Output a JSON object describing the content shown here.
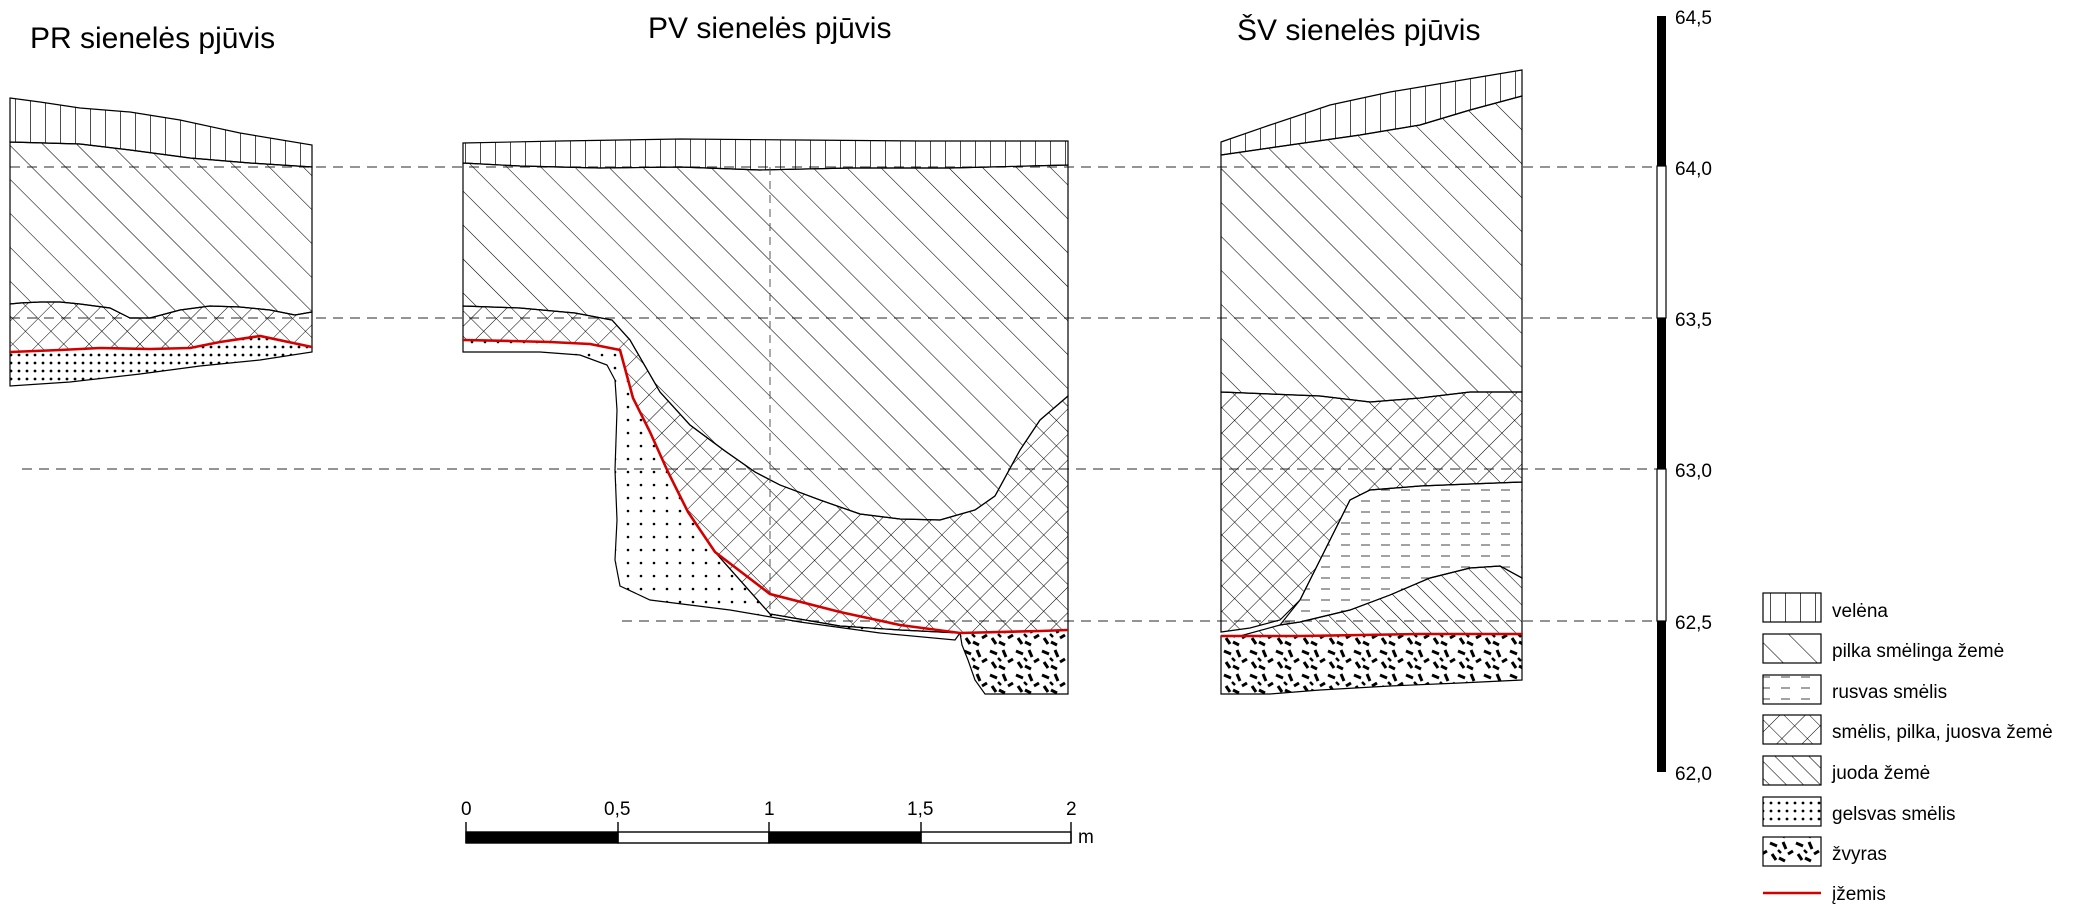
{
  "titles": {
    "left": "PR sienelės pjūvis",
    "middle": "PV sienelės pjūvis",
    "right": "ŠV sienelės pjūvis"
  },
  "elevation_ticks": [
    "64,5",
    "64,0",
    "63,5",
    "63,0",
    "62,5",
    "62,0"
  ],
  "scale_bar": {
    "ticks": [
      "0",
      "0,5",
      "1",
      "1,5",
      "2"
    ],
    "unit": "m"
  },
  "legend": [
    {
      "label": "velėna",
      "pattern": "verticals"
    },
    {
      "label": "pilka smėlinga žemė",
      "pattern": "diagonal"
    },
    {
      "label": "rusvas smėlis",
      "pattern": "dashes"
    },
    {
      "label": "smėlis, pilka, juosva žemė",
      "pattern": "crosshatch"
    },
    {
      "label": "juoda žemė",
      "pattern": "diagonal-dense"
    },
    {
      "label": "gelsvas smėlis",
      "pattern": "dots"
    },
    {
      "label": "žvyras",
      "pattern": "gravel"
    },
    {
      "label": "įžemis",
      "pattern": "red-line",
      "color": "#d40000"
    }
  ]
}
